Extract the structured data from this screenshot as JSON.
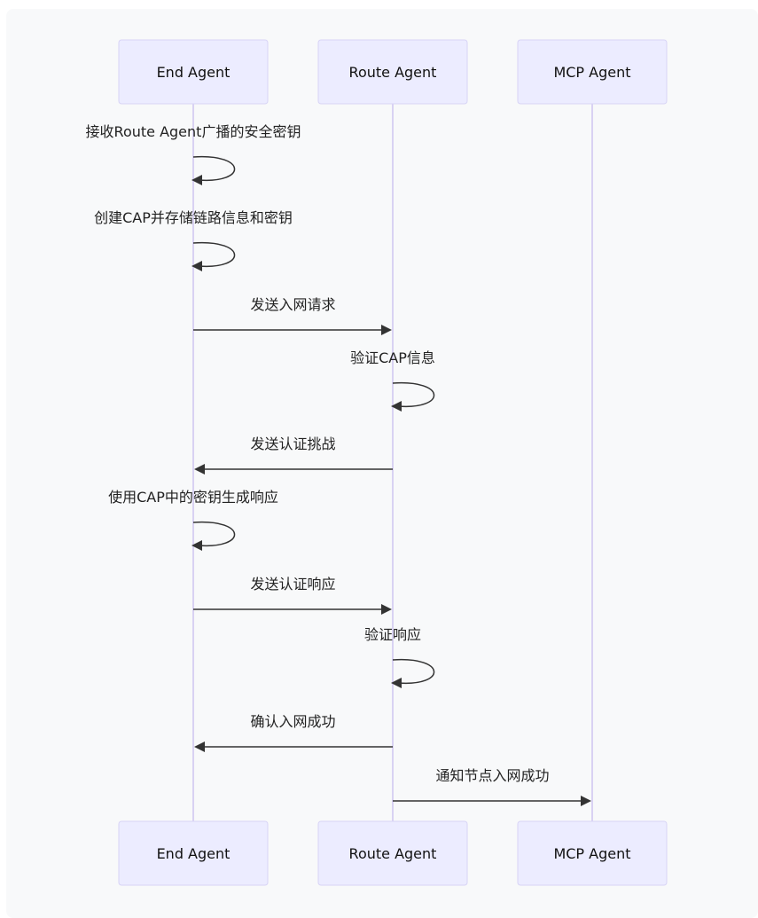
{
  "actors": [
    {
      "id": "end",
      "label": "End Agent"
    },
    {
      "id": "route",
      "label": "Route Agent"
    },
    {
      "id": "mcp",
      "label": "MCP Agent"
    }
  ],
  "messages": [
    {
      "from": "end",
      "to": "end",
      "label": "接收Route Agent广播的安全密钥"
    },
    {
      "from": "end",
      "to": "end",
      "label": "创建CAP并存储链路信息和密钥"
    },
    {
      "from": "end",
      "to": "route",
      "label": "发送入网请求"
    },
    {
      "from": "route",
      "to": "route",
      "label": "验证CAP信息"
    },
    {
      "from": "route",
      "to": "end",
      "label": "发送认证挑战"
    },
    {
      "from": "end",
      "to": "end",
      "label": "使用CAP中的密钥生成响应"
    },
    {
      "from": "end",
      "to": "route",
      "label": "发送认证响应"
    },
    {
      "from": "route",
      "to": "route",
      "label": "验证响应"
    },
    {
      "from": "route",
      "to": "end",
      "label": "确认入网成功"
    },
    {
      "from": "route",
      "to": "mcp",
      "label": "通知节点入网成功"
    }
  ],
  "colors": {
    "actor_fill": "#ececff",
    "actor_border": "#d8d4f5",
    "lifeline": "#d9d2f3",
    "arrow": "#333333",
    "background": "#f8f9fa"
  }
}
